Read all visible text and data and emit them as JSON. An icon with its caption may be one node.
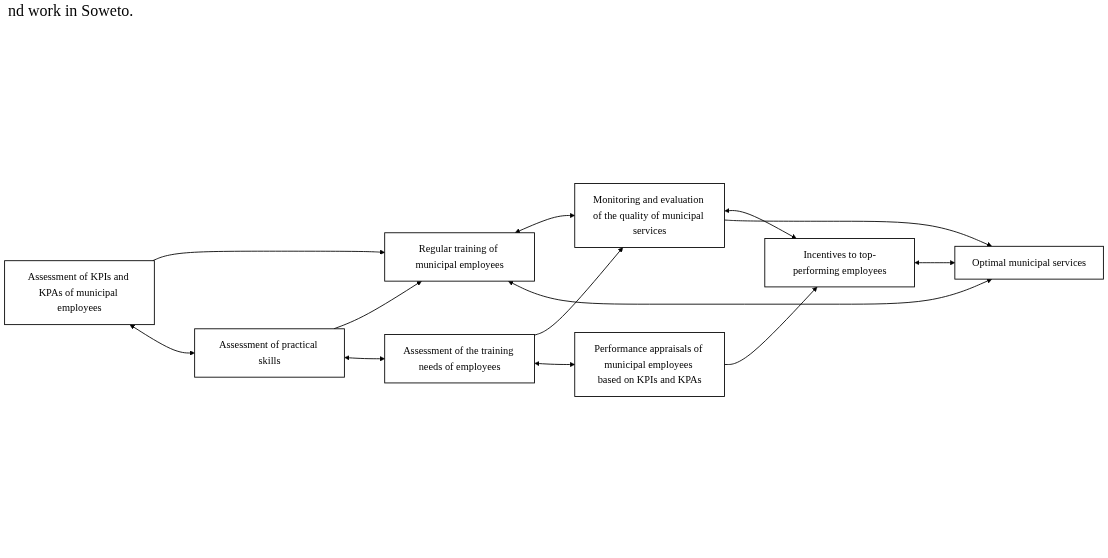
{
  "diagram": {
    "nodes": [
      {
        "text": [
          "Assessment of KPIs and KPAs of municipal employees"
        ]
      },
      {
        "text": [
          "Assessment of practical skills"
        ]
      },
      {
        "text": [
          "Assessment of the training needs of employees"
        ]
      },
      {
        "text": [
          "Performance appraisals of municipal employees based on KPIs and KPAs"
        ]
      },
      {
        "text": [
          "Regular training of municipal employees"
        ]
      },
      {
        "text": [
          "Monitoring and evaluation of the quality of municipal services"
        ]
      },
      {
        "text": [
          "Incentives to top-performing employees"
        ]
      },
      {
        "text": [
          "Optimal municipal services"
        ]
      }
    ],
    "edges": [
      {
        "from": 0,
        "to": 4,
        "arrow": "to"
      },
      {
        "from": 0,
        "to": 1,
        "arrow": "both"
      },
      {
        "from": 1,
        "to": 4,
        "arrow": "to"
      },
      {
        "from": 1,
        "to": 2,
        "arrow": "both"
      },
      {
        "from": 2,
        "to": 5,
        "arrow": "to"
      },
      {
        "from": 2,
        "to": 3,
        "arrow": "both"
      },
      {
        "from": 3,
        "to": 6,
        "arrow": "to"
      },
      {
        "from": 4,
        "to": 5,
        "arrow": "both"
      },
      {
        "from": 5,
        "to": 6,
        "arrow": "both"
      },
      {
        "from": 4,
        "to": 7,
        "arrow": "both"
      },
      {
        "from": 5,
        "to": 7,
        "arrow": "to"
      },
      {
        "from": 6,
        "to": 7,
        "arrow": "both"
      }
    ],
    "labels": [
      "nd work in Soweto."
    ]
  }
}
